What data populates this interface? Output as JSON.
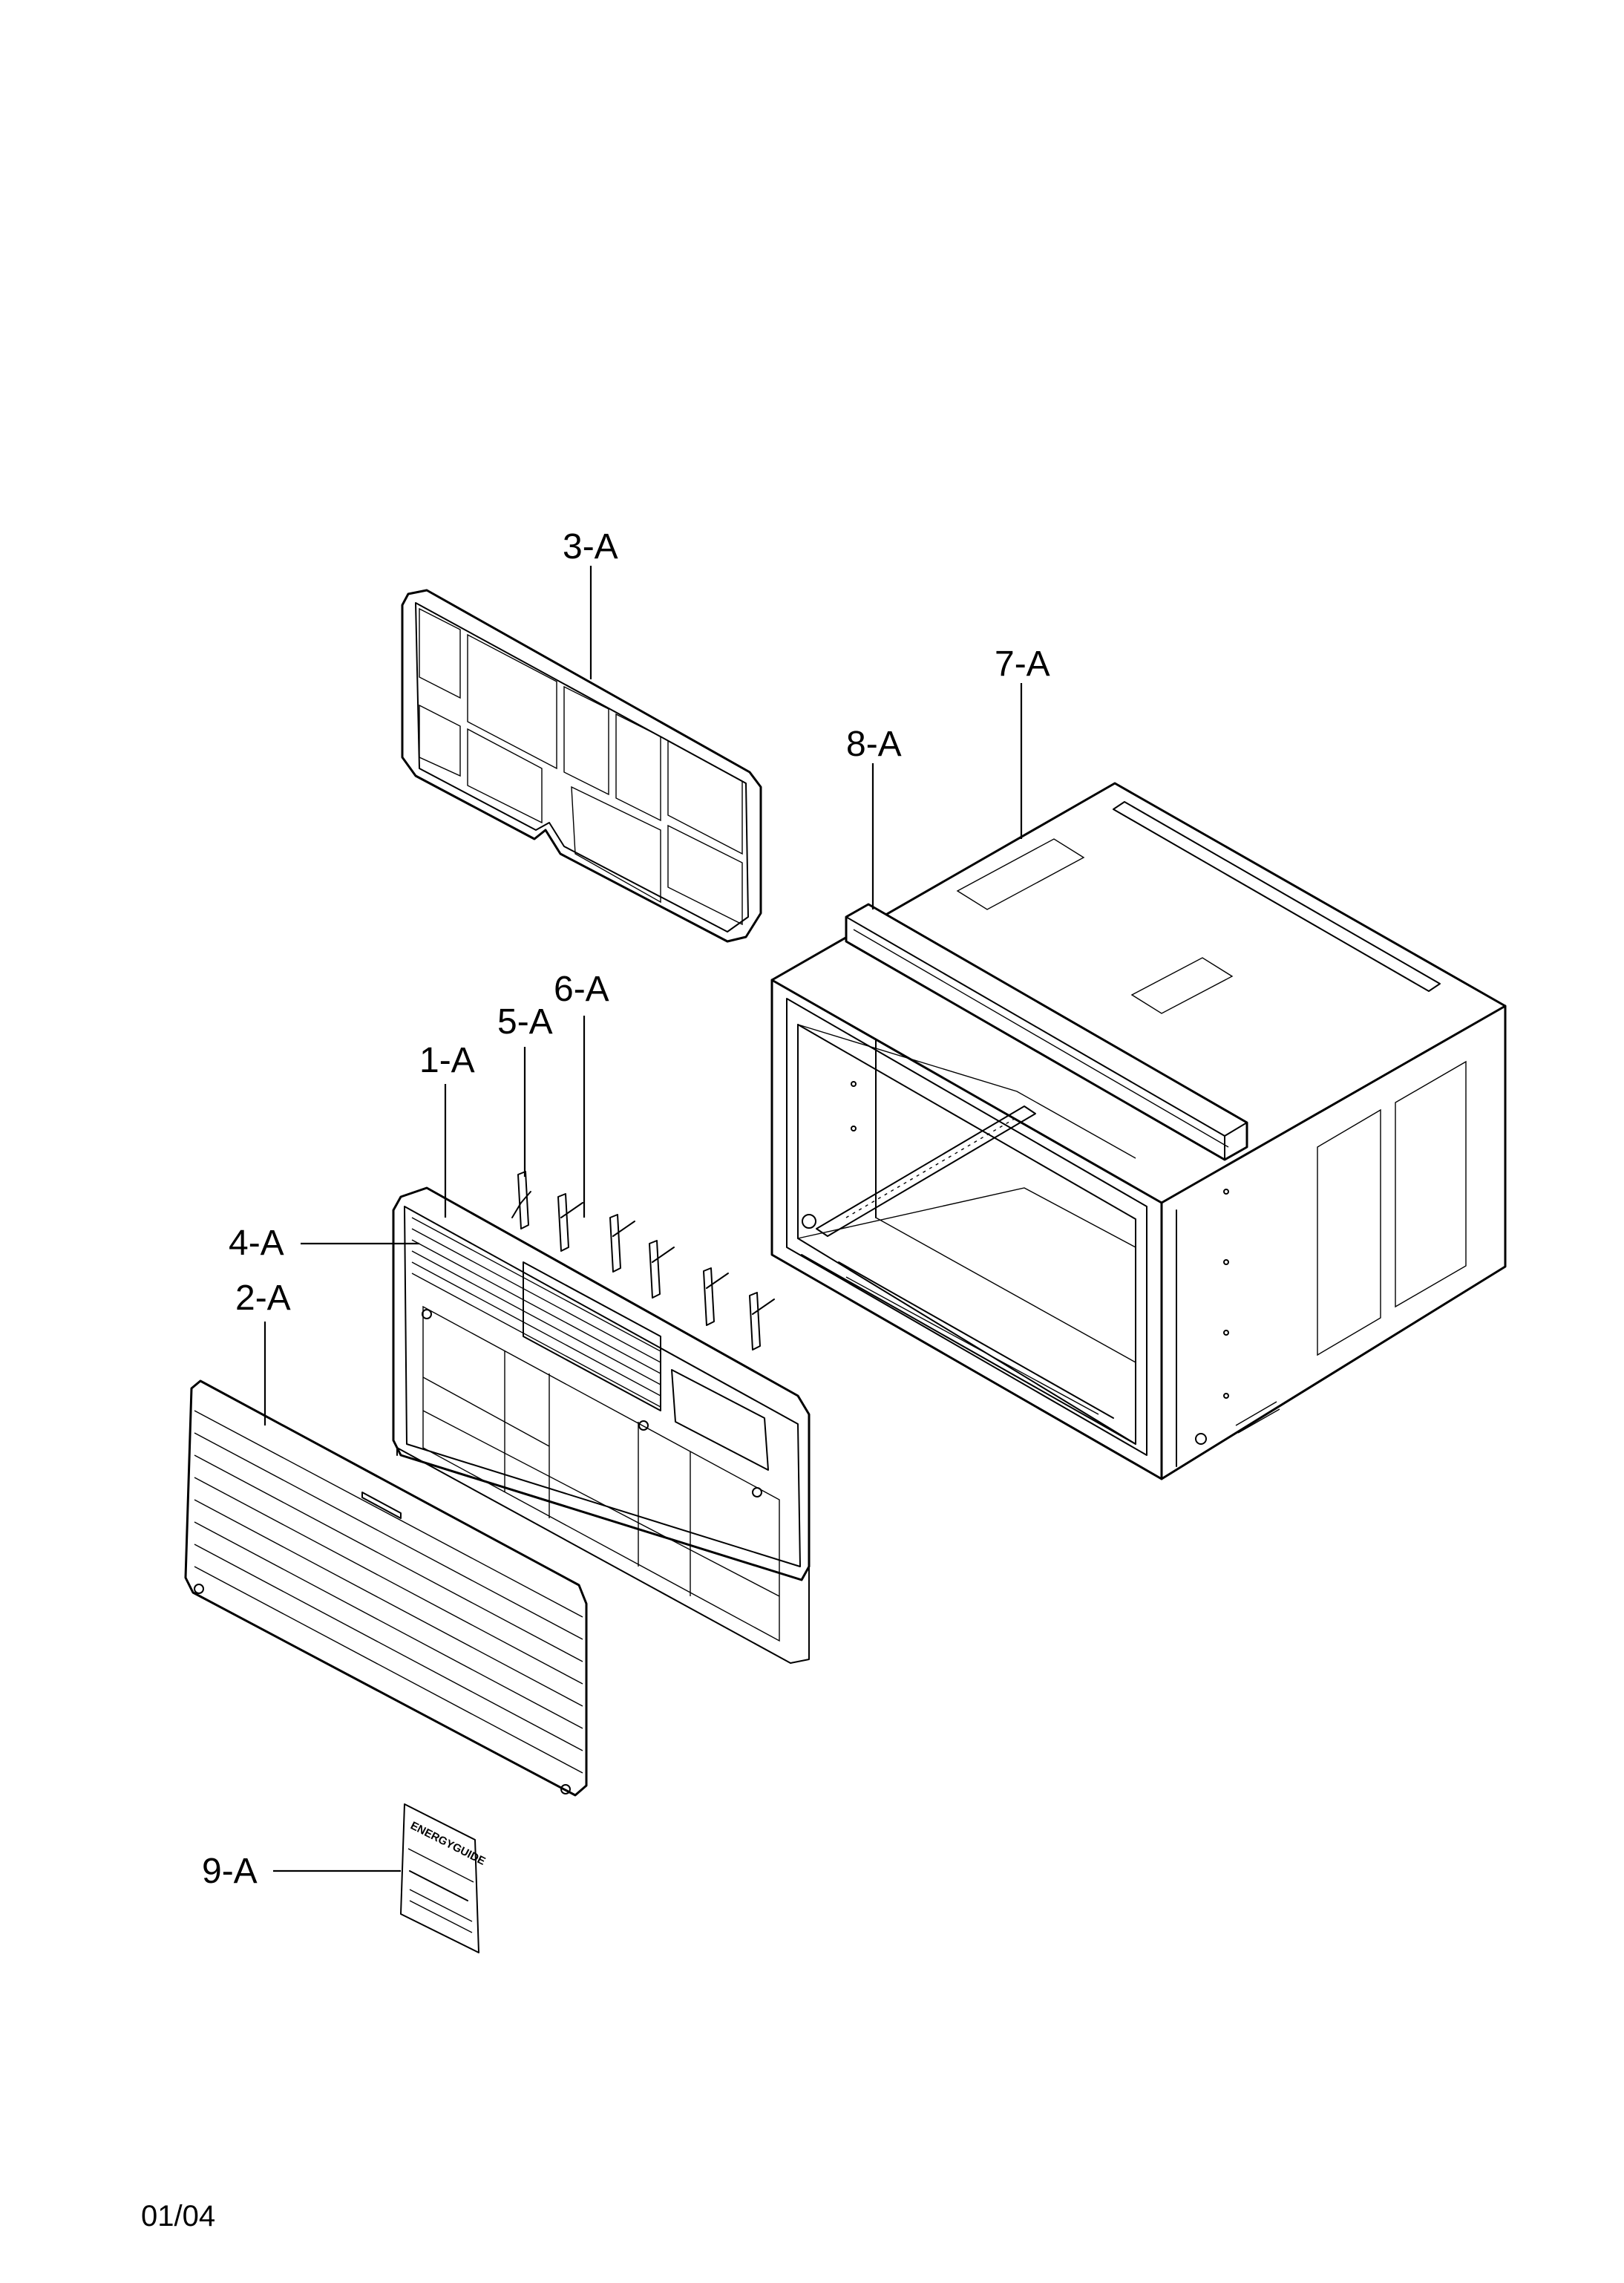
{
  "parts": [
    {
      "key": "front_grille_frame",
      "label": "1-A"
    },
    {
      "key": "front_panel",
      "label": "2-A"
    },
    {
      "key": "air_filter",
      "label": "3-A"
    },
    {
      "key": "louver_horizontal",
      "label": "4-A"
    },
    {
      "key": "louver_vertical_left",
      "label": "5-A"
    },
    {
      "key": "louver_vertical_right",
      "label": "6-A"
    },
    {
      "key": "cabinet",
      "label": "7-A"
    },
    {
      "key": "top_rail",
      "label": "8-A"
    },
    {
      "key": "energy_guide_label",
      "label": "9-A"
    }
  ],
  "energy_label": {
    "title": "ENERGYGUIDE"
  },
  "footer": {
    "page_code": "01/04"
  },
  "colors": {
    "line": "#000000",
    "background": "#ffffff"
  }
}
